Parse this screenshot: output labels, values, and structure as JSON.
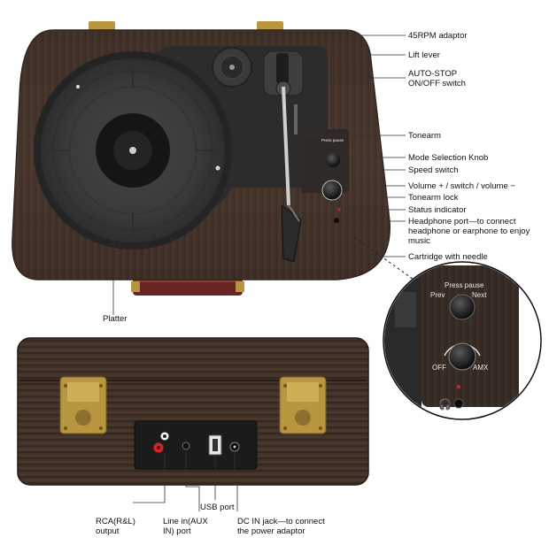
{
  "colors": {
    "wood_dark": "#3a2c24",
    "wood_mid": "#4a382d",
    "deck": "#2b2b2b",
    "platter": "#3b3b3b",
    "brass": "#b8963f",
    "strap": "#6a2424",
    "leader": "#333333"
  },
  "top_labels": [
    {
      "text": "45RPM adaptor"
    },
    {
      "text": "Lift lever"
    },
    {
      "text": "AUTO-STOP\nON/OFF switch"
    },
    {
      "text": "Tonearm"
    },
    {
      "text": "Mode Selection Knob"
    },
    {
      "text": "Speed switch"
    },
    {
      "text": "Volume + / switch / volume −"
    },
    {
      "text": "Tonearm lock"
    },
    {
      "text": "Status indicator"
    },
    {
      "text": "Headphone port—to connect\nheadphone or earphone to enjoy\nmusic"
    },
    {
      "text": "Cartridge with needle"
    }
  ],
  "platter_label": "Platter",
  "panel_texts": {
    "press_pause": "Press pause",
    "prev": "Prev",
    "next": "Next",
    "off": "OFF",
    "amx": "AMX"
  },
  "bottom_labels": [
    {
      "text": "RCA(R&L)\noutput"
    },
    {
      "text": "Line in(AUX\nIN) port"
    },
    {
      "text": "USB port"
    },
    {
      "text": "DC IN jack—to connect\nthe power adaptor"
    }
  ]
}
